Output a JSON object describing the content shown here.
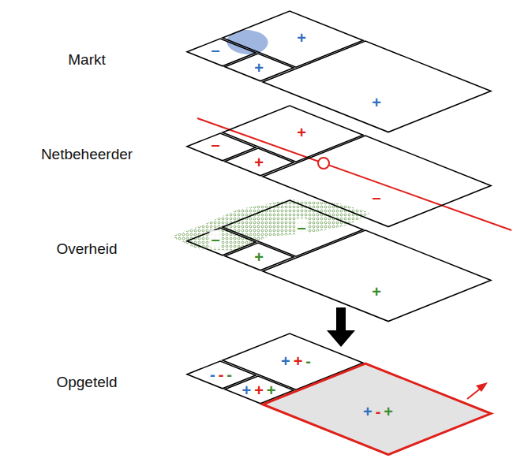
{
  "diagram": {
    "nodes": [
      {
        "text": [
          "+"
        ]
      },
      {
        "text": [
          "–"
        ]
      },
      {
        "text": [
          "+"
        ]
      },
      {
        "text": [
          "+"
        ]
      },
      {
        "text": [
          "+"
        ]
      },
      {
        "text": [
          "–"
        ]
      },
      {
        "text": [
          "+"
        ]
      },
      {
        "text": [
          "–"
        ]
      },
      {
        "text": [
          "–"
        ]
      },
      {
        "text": [
          "–"
        ]
      },
      {
        "text": [
          "+"
        ]
      },
      {
        "text": [
          "+"
        ]
      },
      {
        "text": [
          "+",
          "+",
          "-"
        ]
      },
      {
        "text": [
          "-",
          "-",
          "-"
        ]
      },
      {
        "text": [
          "+",
          "+",
          "+"
        ]
      },
      {
        "text": [
          "+",
          "-",
          "+"
        ]
      }
    ],
    "labels": [
      "Markt",
      "Netbeheerder",
      "Overheid",
      "Opgeteld"
    ]
  }
}
